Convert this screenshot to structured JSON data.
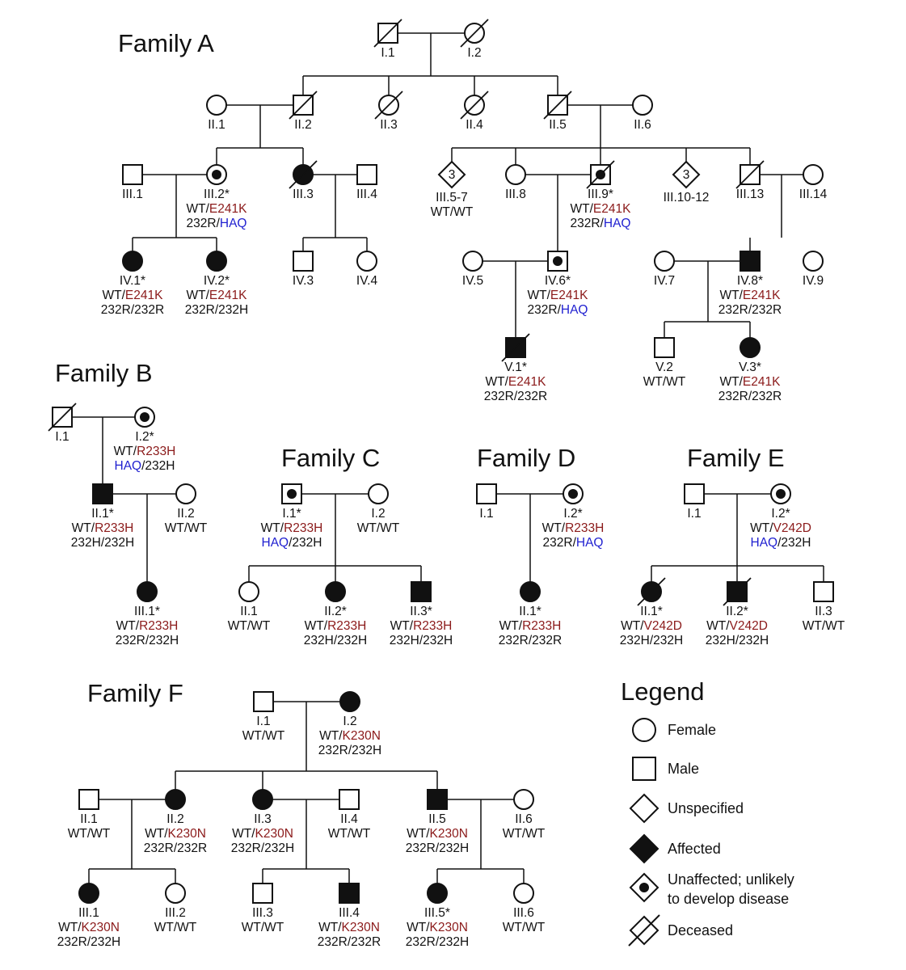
{
  "colors": {
    "line": "#111111",
    "mutation": "#8B1A1A",
    "haq": "#1F1FD0",
    "fill": "#111111",
    "empty": "#ffffff"
  },
  "families": [
    {
      "id": "A",
      "title": "Family A",
      "members": [
        {
          "id": "A-I.1",
          "sex": "male",
          "status": "deceased",
          "label": "I.1"
        },
        {
          "id": "A-I.2",
          "sex": "female",
          "status": "deceased",
          "label": "I.2"
        },
        {
          "id": "A-II.1",
          "sex": "female",
          "status": "unaffected",
          "label": "II.1"
        },
        {
          "id": "A-II.2",
          "sex": "male",
          "status": "deceased",
          "label": "II.2"
        },
        {
          "id": "A-II.3",
          "sex": "female",
          "status": "deceased",
          "label": "II.3"
        },
        {
          "id": "A-II.4",
          "sex": "female",
          "status": "deceased",
          "label": "II.4"
        },
        {
          "id": "A-II.5",
          "sex": "male",
          "status": "deceased",
          "label": "II.5"
        },
        {
          "id": "A-II.6",
          "sex": "female",
          "status": "unaffected",
          "label": "II.6"
        },
        {
          "id": "A-III.1",
          "sex": "male",
          "status": "unaffected",
          "label": "III.1"
        },
        {
          "id": "A-III.2",
          "sex": "female",
          "status": "carrier",
          "label": "III.2*",
          "geno": [
            [
              "WT/",
              "E241K"
            ],
            [
              "232R/",
              "HAQ"
            ]
          ]
        },
        {
          "id": "A-III.3",
          "sex": "female",
          "status": "affected-deceased",
          "label": "III.3"
        },
        {
          "id": "A-III.4",
          "sex": "male",
          "status": "unaffected",
          "label": "III.4"
        },
        {
          "id": "A-III.5-7",
          "sex": "unspecified",
          "status": "unaffected",
          "count": "3",
          "label": "III.5-7",
          "geno": [
            [
              "WT/WT",
              ""
            ]
          ]
        },
        {
          "id": "A-III.8",
          "sex": "female",
          "status": "unaffected",
          "label": "III.8"
        },
        {
          "id": "A-III.9",
          "sex": "male",
          "status": "carrier-deceased",
          "label": "III.9*",
          "geno": [
            [
              "WT/",
              "E241K"
            ],
            [
              "232R/",
              "HAQ"
            ]
          ]
        },
        {
          "id": "A-III.10-12",
          "sex": "unspecified",
          "status": "unaffected",
          "count": "3",
          "label": "III.10-12"
        },
        {
          "id": "A-III.13",
          "sex": "male",
          "status": "deceased",
          "label": "III.13"
        },
        {
          "id": "A-III.14",
          "sex": "female",
          "status": "unaffected",
          "label": "III.14"
        },
        {
          "id": "A-IV.1",
          "sex": "female",
          "status": "affected",
          "label": "IV.1*",
          "geno": [
            [
              "WT/",
              "E241K"
            ],
            [
              "232R/232R",
              ""
            ]
          ]
        },
        {
          "id": "A-IV.2",
          "sex": "female",
          "status": "affected",
          "label": "IV.2*",
          "geno": [
            [
              "WT/",
              "E241K"
            ],
            [
              "232R/232H",
              ""
            ]
          ]
        },
        {
          "id": "A-IV.3",
          "sex": "male",
          "status": "unaffected",
          "label": "IV.3"
        },
        {
          "id": "A-IV.4",
          "sex": "female",
          "status": "unaffected",
          "label": "IV.4"
        },
        {
          "id": "A-IV.5",
          "sex": "female",
          "status": "unaffected",
          "label": "IV.5"
        },
        {
          "id": "A-IV.6",
          "sex": "male",
          "status": "carrier",
          "label": "IV.6*",
          "geno": [
            [
              "WT/",
              "E241K"
            ],
            [
              "232R/",
              "HAQ"
            ]
          ]
        },
        {
          "id": "A-IV.7",
          "sex": "female",
          "status": "unaffected",
          "label": "IV.7"
        },
        {
          "id": "A-IV.8",
          "sex": "male",
          "status": "affected",
          "label": "IV.8*",
          "geno": [
            [
              "WT/",
              "E241K"
            ],
            [
              "232R/232R",
              ""
            ]
          ]
        },
        {
          "id": "A-IV.9",
          "sex": "female",
          "status": "unaffected",
          "label": "IV.9"
        },
        {
          "id": "A-V.1",
          "sex": "male",
          "status": "affected-deceased",
          "label": "V.1*",
          "geno": [
            [
              "WT/",
              "E241K"
            ],
            [
              "232R/232R",
              ""
            ]
          ]
        },
        {
          "id": "A-V.2",
          "sex": "male",
          "status": "unaffected",
          "label": "V.2",
          "geno": [
            [
              "WT/WT",
              ""
            ]
          ]
        },
        {
          "id": "A-V.3",
          "sex": "female",
          "status": "affected",
          "label": "V.3*",
          "geno": [
            [
              "WT/",
              "E241K"
            ],
            [
              "232R/232R",
              ""
            ]
          ]
        }
      ]
    },
    {
      "id": "B",
      "title": "Family B",
      "members": [
        {
          "id": "B-I.1",
          "sex": "male",
          "status": "deceased",
          "label": "I.1"
        },
        {
          "id": "B-I.2",
          "sex": "female",
          "status": "carrier",
          "label": "I.2*",
          "geno": [
            [
              "WT/",
              "R233H"
            ],
            [
              "",
              "HAQ",
              "/232H"
            ]
          ]
        },
        {
          "id": "B-II.1",
          "sex": "male",
          "status": "affected",
          "label": "II.1*",
          "geno": [
            [
              "WT/",
              "R233H"
            ],
            [
              "232H/232H",
              ""
            ]
          ]
        },
        {
          "id": "B-II.2",
          "sex": "female",
          "status": "unaffected",
          "label": "II.2",
          "geno": [
            [
              "WT/WT",
              ""
            ]
          ]
        },
        {
          "id": "B-III.1",
          "sex": "female",
          "status": "affected",
          "label": "III.1*",
          "geno": [
            [
              "WT/",
              "R233H"
            ],
            [
              "232R/232H",
              ""
            ]
          ]
        }
      ]
    },
    {
      "id": "C",
      "title": "Family C",
      "members": [
        {
          "id": "C-I.1",
          "sex": "male",
          "status": "carrier",
          "label": "I.1*",
          "geno": [
            [
              "WT/",
              "R233H"
            ],
            [
              "",
              "HAQ",
              "/232H"
            ]
          ]
        },
        {
          "id": "C-I.2",
          "sex": "female",
          "status": "unaffected",
          "label": "I.2",
          "geno": [
            [
              "WT/WT",
              ""
            ]
          ]
        },
        {
          "id": "C-II.1",
          "sex": "female",
          "status": "unaffected",
          "label": "II.1",
          "geno": [
            [
              "WT/WT",
              ""
            ]
          ]
        },
        {
          "id": "C-II.2",
          "sex": "female",
          "status": "affected",
          "label": "II.2*",
          "geno": [
            [
              "WT/",
              "R233H"
            ],
            [
              "232H/232H",
              ""
            ]
          ]
        },
        {
          "id": "C-II.3",
          "sex": "male",
          "status": "affected",
          "label": "II.3*",
          "geno": [
            [
              "WT/",
              "R233H"
            ],
            [
              "232H/232H",
              ""
            ]
          ]
        }
      ]
    },
    {
      "id": "D",
      "title": "Family D",
      "members": [
        {
          "id": "D-I.1",
          "sex": "male",
          "status": "unaffected",
          "label": "I.1"
        },
        {
          "id": "D-I.2",
          "sex": "female",
          "status": "carrier",
          "label": "I.2*",
          "geno": [
            [
              "WT/",
              "R233H"
            ],
            [
              "232R/",
              "HAQ"
            ]
          ]
        },
        {
          "id": "D-II.1",
          "sex": "female",
          "status": "affected",
          "label": "II.1*",
          "geno": [
            [
              "WT/",
              "R233H"
            ],
            [
              "232R/232R",
              ""
            ]
          ]
        }
      ]
    },
    {
      "id": "E",
      "title": "Family E",
      "members": [
        {
          "id": "E-I.1",
          "sex": "male",
          "status": "unaffected",
          "label": "I.1"
        },
        {
          "id": "E-I.2",
          "sex": "female",
          "status": "carrier",
          "label": "I.2*",
          "geno": [
            [
              "WT/",
              "V242D"
            ],
            [
              "",
              "HAQ",
              "/232H"
            ]
          ]
        },
        {
          "id": "E-II.1",
          "sex": "female",
          "status": "affected-deceased",
          "label": "II.1*",
          "geno": [
            [
              "WT/",
              "V242D"
            ],
            [
              "232H/232H",
              ""
            ]
          ]
        },
        {
          "id": "E-II.2",
          "sex": "male",
          "status": "affected-deceased",
          "label": "II.2*",
          "geno": [
            [
              "WT/",
              "V242D"
            ],
            [
              "232H/232H",
              ""
            ]
          ]
        },
        {
          "id": "E-II.3",
          "sex": "male",
          "status": "unaffected",
          "label": "II.3",
          "geno": [
            [
              "WT/WT",
              ""
            ]
          ]
        }
      ]
    },
    {
      "id": "F",
      "title": "Family F",
      "members": [
        {
          "id": "F-I.1",
          "sex": "male",
          "status": "unaffected",
          "label": "I.1",
          "geno": [
            [
              "WT/WT",
              ""
            ]
          ]
        },
        {
          "id": "F-I.2",
          "sex": "female",
          "status": "affected",
          "label": "I.2",
          "geno": [
            [
              "WT/",
              "K230N"
            ],
            [
              "232R/232H",
              ""
            ]
          ]
        },
        {
          "id": "F-II.1",
          "sex": "male",
          "status": "unaffected",
          "label": "II.1",
          "geno": [
            [
              "WT/WT",
              ""
            ]
          ]
        },
        {
          "id": "F-II.2",
          "sex": "female",
          "status": "affected",
          "label": "II.2",
          "geno": [
            [
              "WT/",
              "K230N"
            ],
            [
              "232R/232R",
              ""
            ]
          ]
        },
        {
          "id": "F-II.3",
          "sex": "female",
          "status": "affected",
          "label": "II.3",
          "geno": [
            [
              "WT/",
              "K230N"
            ],
            [
              "232R/232H",
              ""
            ]
          ]
        },
        {
          "id": "F-II.4",
          "sex": "male",
          "status": "unaffected",
          "label": "II.4",
          "geno": [
            [
              "WT/WT",
              ""
            ]
          ]
        },
        {
          "id": "F-II.5",
          "sex": "male",
          "status": "affected",
          "label": "II.5",
          "geno": [
            [
              "WT/",
              "K230N"
            ],
            [
              "232R/232H",
              ""
            ]
          ]
        },
        {
          "id": "F-II.6",
          "sex": "female",
          "status": "unaffected",
          "label": "II.6",
          "geno": [
            [
              "WT/WT",
              ""
            ]
          ]
        },
        {
          "id": "F-III.1",
          "sex": "female",
          "status": "affected",
          "label": "III.1",
          "geno": [
            [
              "WT/",
              "K230N"
            ],
            [
              "232R/232H",
              ""
            ]
          ]
        },
        {
          "id": "F-III.2",
          "sex": "female",
          "status": "unaffected",
          "label": "III.2",
          "geno": [
            [
              "WT/WT",
              ""
            ]
          ]
        },
        {
          "id": "F-III.3",
          "sex": "male",
          "status": "unaffected",
          "label": "III.3",
          "geno": [
            [
              "WT/WT",
              ""
            ]
          ]
        },
        {
          "id": "F-III.4",
          "sex": "male",
          "status": "affected",
          "label": "III.4",
          "geno": [
            [
              "WT/",
              "K230N"
            ],
            [
              "232R/232R",
              ""
            ]
          ]
        },
        {
          "id": "F-III.5",
          "sex": "female",
          "status": "affected",
          "label": "III.5*",
          "geno": [
            [
              "WT/",
              "K230N"
            ],
            [
              "232R/232H",
              ""
            ]
          ]
        },
        {
          "id": "F-III.6",
          "sex": "female",
          "status": "unaffected",
          "label": "III.6",
          "geno": [
            [
              "WT/WT",
              ""
            ]
          ]
        }
      ]
    }
  ],
  "legend": {
    "title": "Legend",
    "items": [
      {
        "symbol": "female",
        "text": [
          "Female"
        ]
      },
      {
        "symbol": "male",
        "text": [
          "Male"
        ]
      },
      {
        "symbol": "unspecified",
        "text": [
          "Unspecified"
        ]
      },
      {
        "symbol": "affected",
        "text": [
          "Affected"
        ]
      },
      {
        "symbol": "carrier",
        "text": [
          "Unaffected; unlikely",
          "to develop disease"
        ]
      },
      {
        "symbol": "deceased",
        "text": [
          "Deceased"
        ]
      }
    ]
  }
}
